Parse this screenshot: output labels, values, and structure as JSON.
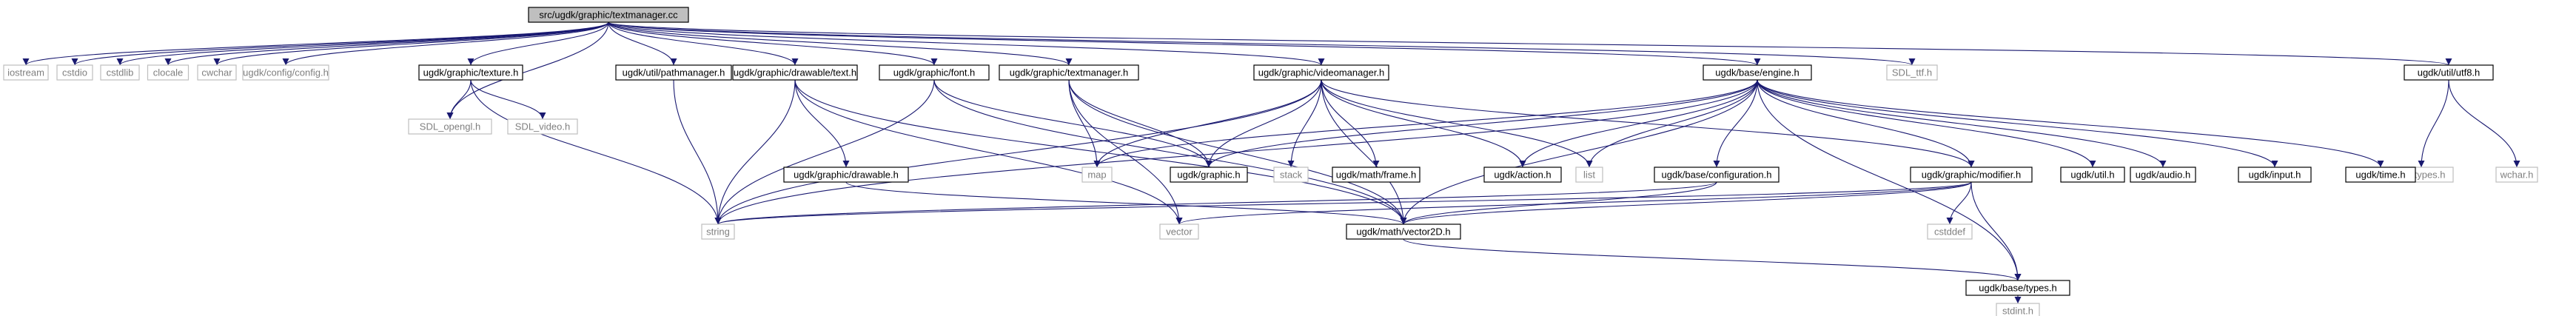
{
  "diagram": {
    "type": "include-dependency-graph",
    "colors": {
      "edge": "#191970",
      "root_fill": "#bfbfbf",
      "documented_border": "#000000",
      "external_border": "#bfbfbf",
      "external_text": "#7f7f7f"
    },
    "nodes": [
      {
        "id": "root",
        "label": "src/ugdk/graphic/textmanager.cc",
        "kind": "root"
      },
      {
        "id": "iostream",
        "label": "iostream",
        "kind": "external"
      },
      {
        "id": "cstdio",
        "label": "cstdio",
        "kind": "external"
      },
      {
        "id": "cstdlib",
        "label": "cstdlib",
        "kind": "external"
      },
      {
        "id": "clocale",
        "label": "clocale",
        "kind": "external"
      },
      {
        "id": "cwchar",
        "label": "cwchar",
        "kind": "external"
      },
      {
        "id": "config",
        "label": "ugdk/config/config.h",
        "kind": "external"
      },
      {
        "id": "texture",
        "label": "ugdk/graphic/texture.h",
        "kind": "documented"
      },
      {
        "id": "sdlopengl",
        "label": "SDL_opengl.h",
        "kind": "external"
      },
      {
        "id": "sdlvideo",
        "label": "SDL_video.h",
        "kind": "external"
      },
      {
        "id": "pathmanager",
        "label": "ugdk/util/pathmanager.h",
        "kind": "documented"
      },
      {
        "id": "text",
        "label": "ugdk/graphic/drawable/text.h",
        "kind": "documented"
      },
      {
        "id": "drawable",
        "label": "ugdk/graphic/drawable.h",
        "kind": "documented"
      },
      {
        "id": "font",
        "label": "ugdk/graphic/font.h",
        "kind": "documented"
      },
      {
        "id": "textmgr",
        "label": "ugdk/graphic/textmanager.h",
        "kind": "documented"
      },
      {
        "id": "videomgr",
        "label": "ugdk/graphic/videomanager.h",
        "kind": "documented"
      },
      {
        "id": "engine",
        "label": "ugdk/base/engine.h",
        "kind": "documented"
      },
      {
        "id": "sdlttf",
        "label": "SDL_ttf.h",
        "kind": "external"
      },
      {
        "id": "utf8",
        "label": "ugdk/util/utf8.h",
        "kind": "documented"
      },
      {
        "id": "systypes",
        "label": "sys/types.h",
        "kind": "external"
      },
      {
        "id": "wchar",
        "label": "wchar.h",
        "kind": "external"
      },
      {
        "id": "string",
        "label": "string",
        "kind": "external"
      },
      {
        "id": "vector",
        "label": "vector",
        "kind": "external"
      },
      {
        "id": "vector2d",
        "label": "ugdk/math/vector2D.h",
        "kind": "documented"
      },
      {
        "id": "map",
        "label": "map",
        "kind": "external"
      },
      {
        "id": "graphic",
        "label": "ugdk/graphic.h",
        "kind": "documented"
      },
      {
        "id": "stack",
        "label": "stack",
        "kind": "external"
      },
      {
        "id": "frame",
        "label": "ugdk/math/frame.h",
        "kind": "documented"
      },
      {
        "id": "action",
        "label": "ugdk/action.h",
        "kind": "documented"
      },
      {
        "id": "list",
        "label": "list",
        "kind": "external"
      },
      {
        "id": "configuration",
        "label": "ugdk/base/configuration.h",
        "kind": "documented"
      },
      {
        "id": "modifier",
        "label": "ugdk/graphic/modifier.h",
        "kind": "documented"
      },
      {
        "id": "cstddef",
        "label": "cstddef",
        "kind": "external"
      },
      {
        "id": "util",
        "label": "ugdk/util.h",
        "kind": "documented"
      },
      {
        "id": "audio",
        "label": "ugdk/audio.h",
        "kind": "documented"
      },
      {
        "id": "input",
        "label": "ugdk/input.h",
        "kind": "documented"
      },
      {
        "id": "time",
        "label": "ugdk/time.h",
        "kind": "documented"
      },
      {
        "id": "types",
        "label": "ugdk/base/types.h",
        "kind": "documented"
      },
      {
        "id": "stdint",
        "label": "stdint.h",
        "kind": "external"
      }
    ],
    "edges": [
      [
        "root",
        "iostream"
      ],
      [
        "root",
        "cstdio"
      ],
      [
        "root",
        "cstdlib"
      ],
      [
        "root",
        "clocale"
      ],
      [
        "root",
        "cwchar"
      ],
      [
        "root",
        "config"
      ],
      [
        "root",
        "texture"
      ],
      [
        "root",
        "sdlopengl"
      ],
      [
        "root",
        "pathmanager"
      ],
      [
        "root",
        "text"
      ],
      [
        "root",
        "font"
      ],
      [
        "root",
        "textmgr"
      ],
      [
        "root",
        "videomgr"
      ],
      [
        "root",
        "engine"
      ],
      [
        "root",
        "sdlttf"
      ],
      [
        "root",
        "utf8"
      ],
      [
        "texture",
        "sdlopengl"
      ],
      [
        "texture",
        "sdlvideo"
      ],
      [
        "texture",
        "string"
      ],
      [
        "pathmanager",
        "string"
      ],
      [
        "text",
        "string"
      ],
      [
        "text",
        "vector"
      ],
      [
        "text",
        "drawable"
      ],
      [
        "text",
        "vector2d"
      ],
      [
        "drawable",
        "vector2d"
      ],
      [
        "font",
        "string"
      ],
      [
        "font",
        "graphic"
      ],
      [
        "font",
        "vector2d"
      ],
      [
        "textmgr",
        "map"
      ],
      [
        "textmgr",
        "graphic"
      ],
      [
        "textmgr",
        "vector"
      ],
      [
        "textmgr",
        "vector2d"
      ],
      [
        "videomgr",
        "string"
      ],
      [
        "videomgr",
        "map"
      ],
      [
        "videomgr",
        "graphic"
      ],
      [
        "videomgr",
        "stack"
      ],
      [
        "videomgr",
        "frame"
      ],
      [
        "videomgr",
        "action"
      ],
      [
        "videomgr",
        "list"
      ],
      [
        "videomgr",
        "vector2d"
      ],
      [
        "videomgr",
        "modifier"
      ],
      [
        "engine",
        "string"
      ],
      [
        "engine",
        "map"
      ],
      [
        "engine",
        "graphic"
      ],
      [
        "engine",
        "action"
      ],
      [
        "engine",
        "list"
      ],
      [
        "engine",
        "configuration"
      ],
      [
        "engine",
        "modifier"
      ],
      [
        "engine",
        "vector2d"
      ],
      [
        "engine",
        "util"
      ],
      [
        "engine",
        "audio"
      ],
      [
        "engine",
        "input"
      ],
      [
        "engine",
        "time"
      ],
      [
        "engine",
        "types"
      ],
      [
        "utf8",
        "systypes"
      ],
      [
        "utf8",
        "wchar"
      ],
      [
        "configuration",
        "string"
      ],
      [
        "configuration",
        "vector2d"
      ],
      [
        "modifier",
        "string"
      ],
      [
        "modifier",
        "vector"
      ],
      [
        "modifier",
        "cstddef"
      ],
      [
        "modifier",
        "vector2d"
      ],
      [
        "modifier",
        "types"
      ],
      [
        "vector2d",
        "types"
      ],
      [
        "types",
        "stdint"
      ]
    ]
  }
}
